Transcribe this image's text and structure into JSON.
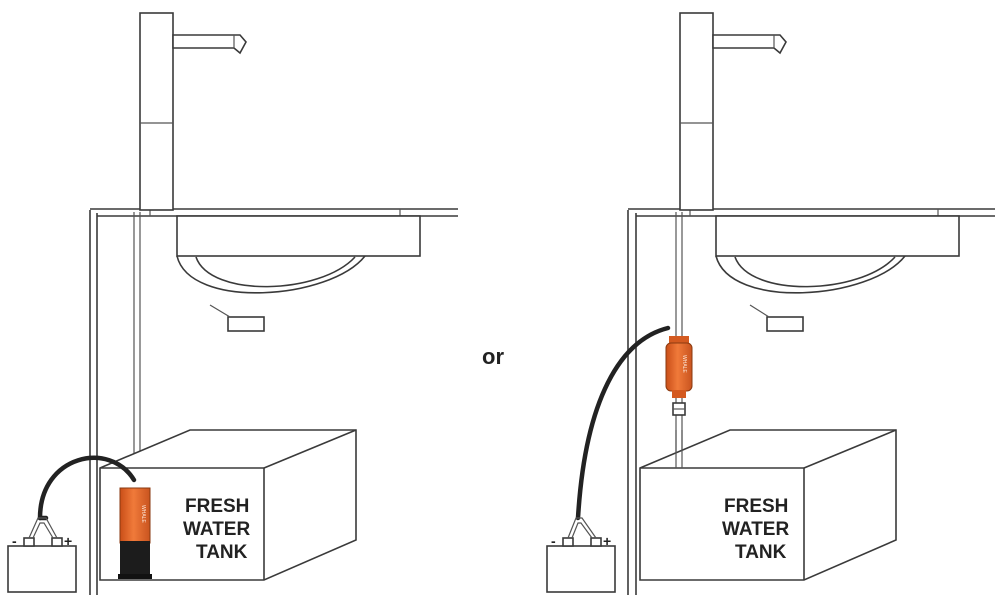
{
  "panels": [
    {
      "id": "submersible",
      "tank_label": [
        "FRESH",
        "WATER",
        "TANK"
      ],
      "battery_signs": {
        "minus": "-",
        "plus": "+"
      },
      "pump_brand": "WHALE"
    },
    {
      "id": "inline",
      "tank_label": [
        "FRESH",
        "WATER",
        "TANK"
      ],
      "battery_signs": {
        "minus": "-",
        "plus": "+"
      },
      "pump_brand": "WHALE"
    }
  ],
  "separator_text": "or",
  "colors": {
    "pump_orange": "#e8662a",
    "pump_base": "#1c1c1c",
    "line": "#3a3a3a",
    "cable": "#222222"
  }
}
